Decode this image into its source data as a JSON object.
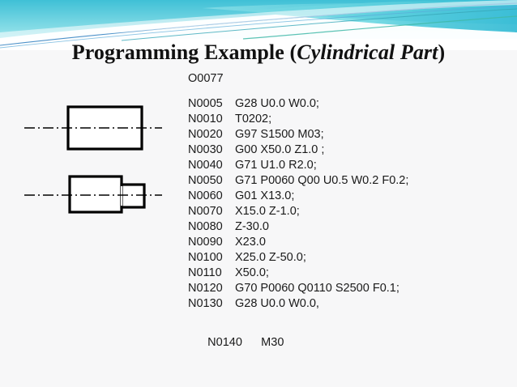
{
  "slide": {
    "background_color": "#f7f7f8",
    "banner": {
      "accent_color": "#3fc8d8",
      "accent_dark": "#1a93b8",
      "accent_deep": "#2f7fc0",
      "accent_teal": "#3fb9a8",
      "name": "decorative-wave-banner"
    },
    "title": {
      "main": "Programming Example ",
      "open_paren": "(",
      "subtitle": "Cylindrical Part",
      "close_paren": ")"
    }
  },
  "drawings": {
    "stock": {
      "label": "raw-stock-rectangle"
    },
    "finished": {
      "label": "stepped-cylindrical-part"
    },
    "centerline": {
      "label": "dash-dot-centerline"
    }
  },
  "code": {
    "program_number": "O0077",
    "lines": [
      {
        "n": "N0005",
        "text": "G28 U0.0 W0.0;"
      },
      {
        "n": "N0010",
        "text": "T0202;"
      },
      {
        "n": "N0020",
        "text": "G97 S1500 M03;"
      },
      {
        "n": "N0030",
        "text": "G00 X50.0 Z1.0 ;"
      },
      {
        "n": "N0040",
        "text": "G71 U1.0 R2.0;"
      },
      {
        "n": "N0050",
        "text": "G71 P0060 Q00 U0.5 W0.2 F0.2;"
      },
      {
        "n": "N0060",
        "text": "G01 X13.0;"
      },
      {
        "n": "N0070",
        "text": "X15.0 Z-1.0;"
      },
      {
        "n": "N0080",
        "text": "Z-30.0"
      },
      {
        "n": "N0090",
        "text": "X23.0"
      },
      {
        "n": "N0100",
        "text": "X25.0 Z-50.0;"
      },
      {
        "n": "N0110",
        "text": "X50.0;"
      },
      {
        "n": "N0120",
        "text": "G70 P0060 Q0110 S2500 F0.1;"
      },
      {
        "n": "N0130",
        "text": "G28 U0.0 W0.0,"
      }
    ],
    "final_line": {
      "n": "N0140",
      "text": "M30"
    }
  }
}
